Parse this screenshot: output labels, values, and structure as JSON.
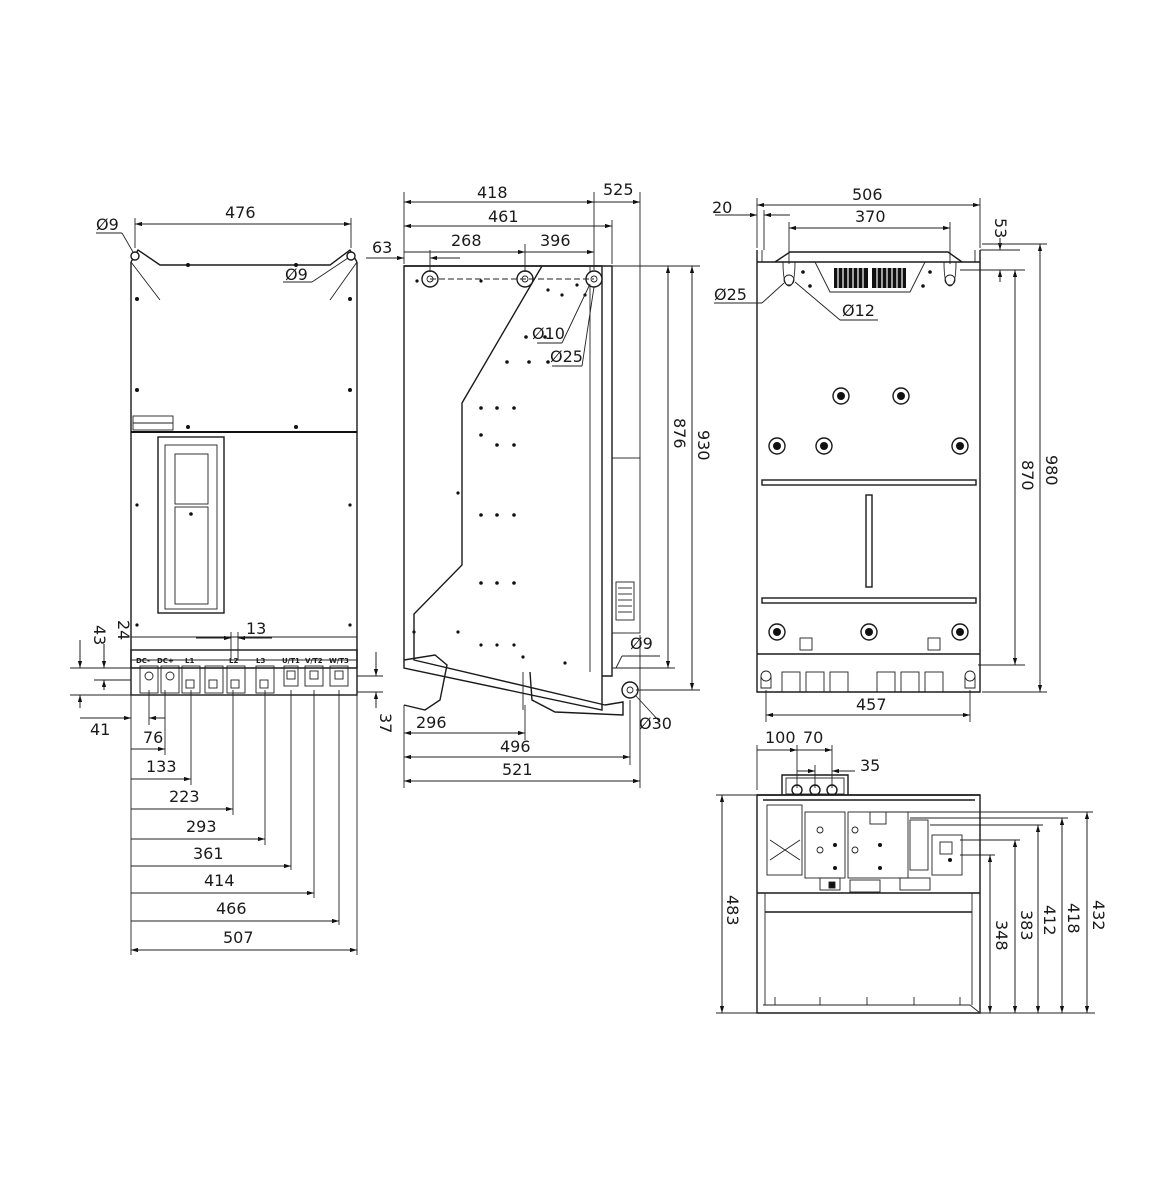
{
  "front_view": {
    "dims_top": {
      "width": "476",
      "hole_left": "Ø9",
      "hole_right": "Ø9"
    },
    "dims_left": {
      "a": "43",
      "b": "24",
      "c": "41"
    },
    "dims_right": {
      "a": "37"
    },
    "dims_terminal_pitch": "13",
    "dims_bottom": [
      "76",
      "133",
      "223",
      "293",
      "361",
      "414",
      "466",
      "507"
    ],
    "terminal_labels": [
      "DC-",
      "DC+",
      "L1",
      "L2",
      "L3",
      "U/T1",
      "V/T2",
      "W/T3"
    ]
  },
  "side_view": {
    "dims_top": [
      "418",
      "525",
      "461",
      "63",
      "268",
      "396"
    ],
    "holes": [
      "Ø10",
      "Ø25",
      "Ø9",
      "Ø30"
    ],
    "dims_height": [
      "876",
      "930"
    ],
    "dims_bottom": [
      "296",
      "496",
      "521"
    ]
  },
  "rear_view": {
    "dims_top": [
      "506",
      "20",
      "370",
      "53"
    ],
    "holes": [
      "Ø25",
      "Ø12"
    ],
    "dims_height": [
      "870",
      "980"
    ],
    "dims_bottom": "457"
  },
  "bottom_view": {
    "dims_top": [
      "100",
      "70",
      "35"
    ],
    "dims_left": "483",
    "dims_right": [
      "348",
      "383",
      "412",
      "418",
      "432"
    ]
  }
}
